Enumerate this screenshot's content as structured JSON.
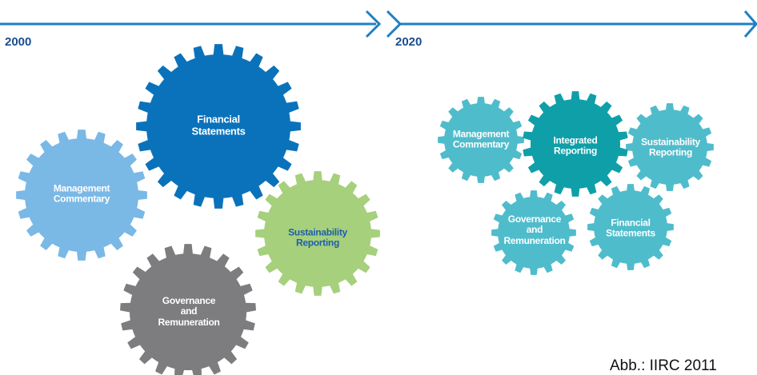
{
  "timeline": {
    "left_year": "2000",
    "right_year": "2020",
    "arrow_color": "#1f7fc1"
  },
  "gears_2000": {
    "financial_statements": {
      "lines": [
        "Financial",
        "Statements"
      ],
      "color": "#0a72bb"
    },
    "management_commentary": {
      "lines": [
        "Management",
        "Commentary"
      ],
      "color": "#7ab8e6"
    },
    "sustainability_reporting": {
      "lines": [
        "Sustainability",
        "Reporting"
      ],
      "color": "#a6d07c",
      "text_color": "#1f5ea8"
    },
    "governance_remuneration": {
      "lines": [
        "Governance",
        "and",
        "Remuneration"
      ],
      "color": "#7d7d7f"
    }
  },
  "gears_2020": {
    "management_commentary": {
      "lines": [
        "Management",
        "Commentary"
      ],
      "color": "#4fbccb"
    },
    "integrated_reporting": {
      "lines": [
        "Integrated",
        "Reporting"
      ],
      "color": "#0f9fa8"
    },
    "sustainability_reporting": {
      "lines": [
        "Sustainability",
        "Reporting"
      ],
      "color": "#4fbccb"
    },
    "governance_remuneration": {
      "lines": [
        "Governance",
        "and",
        "Remuneration"
      ],
      "color": "#4fbccb"
    },
    "financial_statements": {
      "lines": [
        "Financial",
        "Statements"
      ],
      "color": "#4fbccb"
    }
  },
  "source_credit": "Abb.: IIRC 2011"
}
